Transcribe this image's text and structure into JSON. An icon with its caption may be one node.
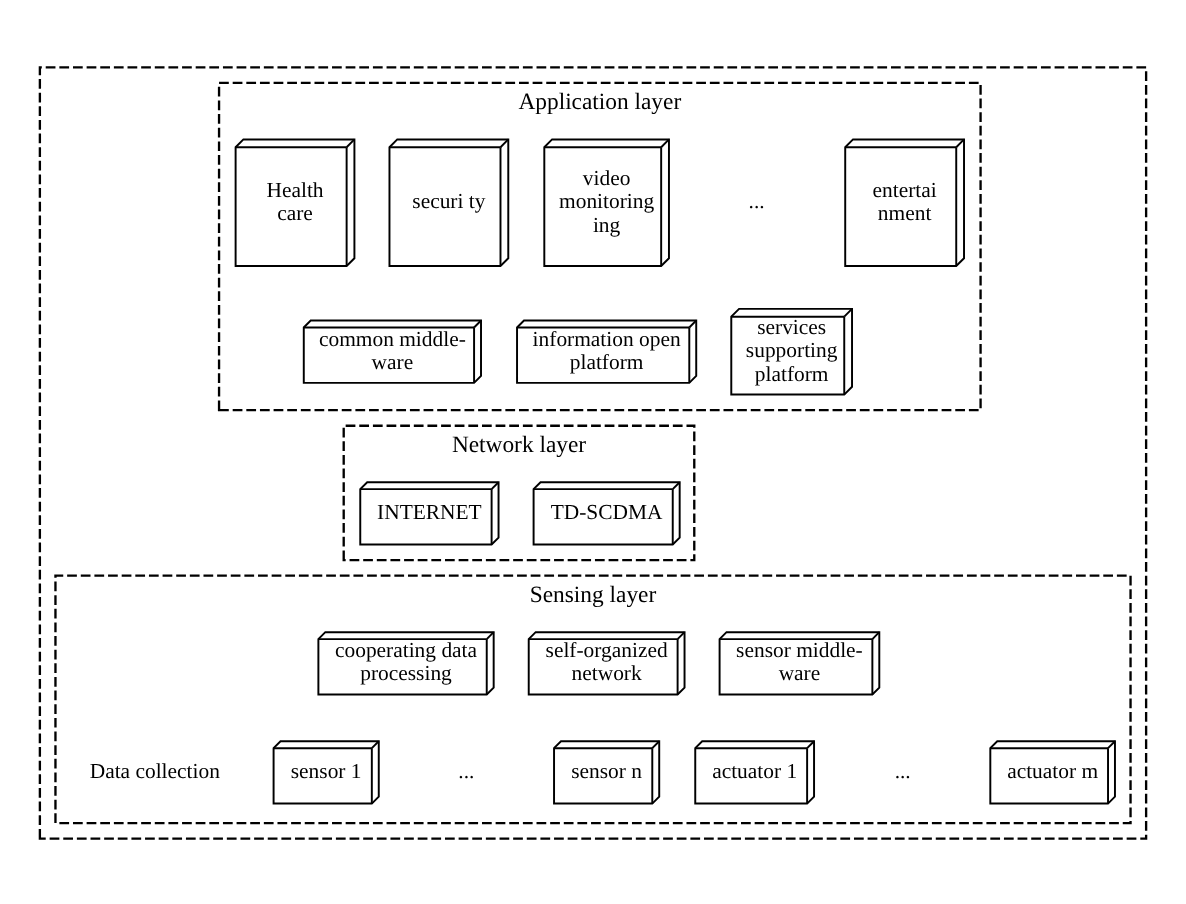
{
  "diagram": {
    "nodes": [
      {
        "text": [],
        "shape": "box"
      },
      {
        "text": [
          "Application layer"
        ],
        "in": 0
      },
      {
        "text": [
          "Health care"
        ],
        "in": 1
      },
      {
        "text": [
          "securi ty"
        ],
        "in": 1
      },
      {
        "text": [
          "video monitoring ing"
        ],
        "in": 1
      },
      {
        "text": [
          "entertai nment"
        ],
        "in": 1
      },
      {
        "text": [
          "common middle-ware"
        ],
        "in": 1
      },
      {
        "text": [
          "information open platform"
        ],
        "in": 1
      },
      {
        "text": [
          "services supporting platform"
        ],
        "in": 1
      },
      {
        "text": [
          "Network layer"
        ],
        "in": 0
      },
      {
        "text": [
          "INTERNET"
        ],
        "in": 9
      },
      {
        "text": [
          "TD-SCDMA"
        ],
        "in": 9
      },
      {
        "text": [
          "Sensing layer"
        ],
        "in": 0
      },
      {
        "text": [
          "cooperating data processing"
        ],
        "in": 12
      },
      {
        "text": [
          "self-organized network"
        ],
        "in": 12
      },
      {
        "text": [
          "sensor middle-ware"
        ],
        "in": 12
      },
      {
        "text": [
          "sensor 1"
        ],
        "in": 12
      },
      {
        "text": [
          "sensor n"
        ],
        "in": 12
      },
      {
        "text": [
          "actuator 1"
        ],
        "in": 12
      },
      {
        "text": [
          "actuator m"
        ],
        "in": 12
      }
    ],
    "edges": [],
    "labels": [
      "...",
      "Data collection",
      "...",
      "..."
    ]
  }
}
